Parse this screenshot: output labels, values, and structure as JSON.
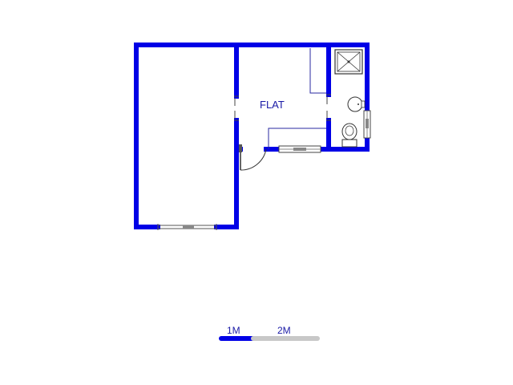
{
  "rooms": {
    "flat_label": "FLAT"
  },
  "scale_bar": {
    "label_1": "1M",
    "label_2": "2M"
  },
  "colors": {
    "wall": "#0000e6",
    "fixture_line": "#1a1a8c",
    "thin_line": "#2a2aa0",
    "window": "#888888",
    "scale_grey": "#c8c8c8"
  },
  "icons": [
    "door-swing-icon",
    "shower-icon",
    "basin-icon",
    "toilet-icon",
    "window-icon"
  ]
}
